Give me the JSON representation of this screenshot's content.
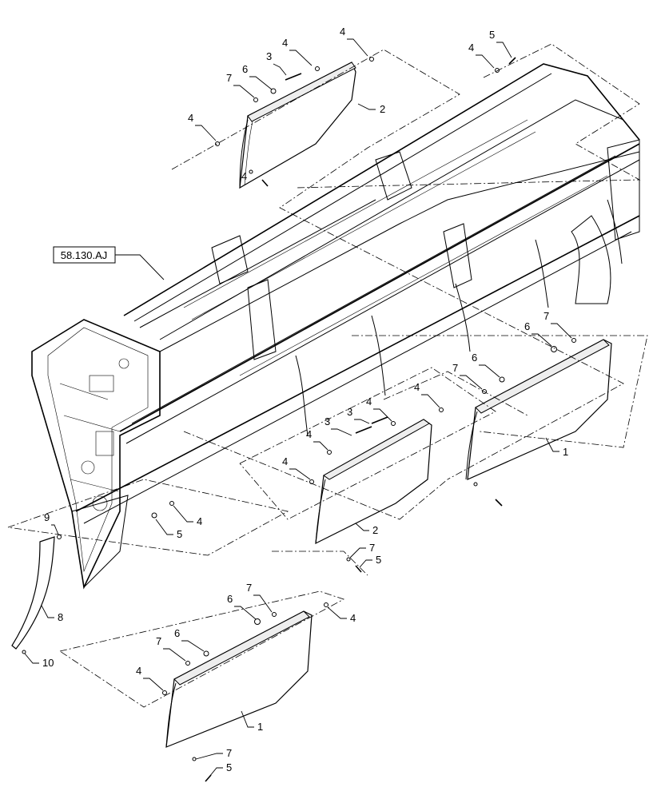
{
  "reference_label": "58.130.AJ",
  "callouts": {
    "c1": "1",
    "c2": "1",
    "c3": "2",
    "c4": "2",
    "c5": "3",
    "c6": "3",
    "c7": "3",
    "c8": "4",
    "c9": "4",
    "c10": "4",
    "c11": "4",
    "c12": "4",
    "c13": "4",
    "c14": "4",
    "c15": "4",
    "c16": "4",
    "c17": "4",
    "c18": "4",
    "c19": "4",
    "c20": "5",
    "c21": "5",
    "c22": "5",
    "c23": "5",
    "c24": "6",
    "c25": "6",
    "c26": "6",
    "c27": "6",
    "c28": "6",
    "c29": "7",
    "c30": "7",
    "c31": "7",
    "c32": "7",
    "c33": "7",
    "c34": "7",
    "c35": "7",
    "c36": "8",
    "c37": "9",
    "c38": "10"
  }
}
